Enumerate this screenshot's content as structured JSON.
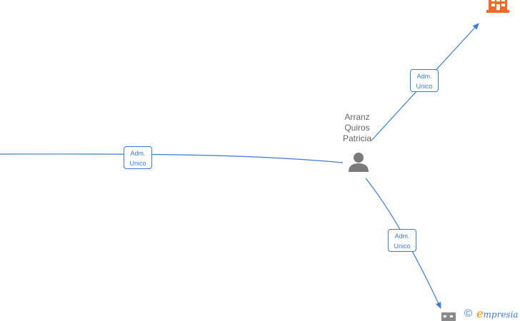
{
  "person": {
    "name_lines": [
      "Arranz",
      "Quiros",
      "Patricia"
    ]
  },
  "relations": [
    {
      "id": "left",
      "role_lines": [
        "Adm.",
        "Unico"
      ]
    },
    {
      "id": "top-right",
      "role_lines": [
        "Adm.",
        "Unico"
      ]
    },
    {
      "id": "bottom",
      "role_lines": [
        "Adm.",
        "Unico"
      ]
    }
  ],
  "watermark": {
    "symbol": "©",
    "brand_initial": "e",
    "brand_rest": "mpresia"
  },
  "colors": {
    "edge": "#3a7bd5",
    "company_active": "#f26a2a",
    "company_inactive": "#8a8a8a",
    "person": "#7a7a7a"
  },
  "icons": {
    "person": "person-icon",
    "company": "building-icon"
  }
}
